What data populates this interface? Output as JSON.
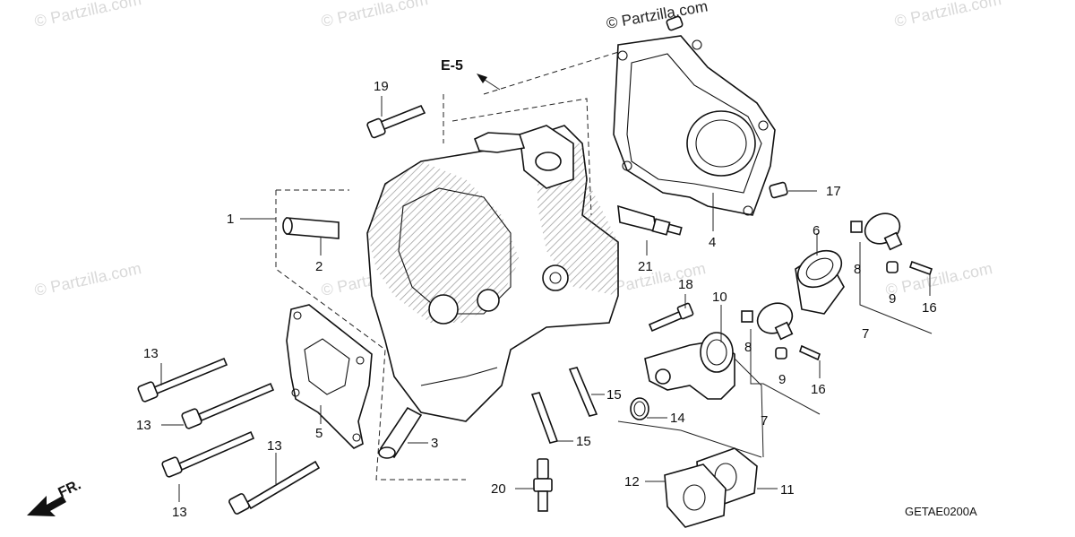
{
  "diagram": {
    "code": "GETAE0200A",
    "reference": "E-5",
    "front_label": "FR.",
    "watermark": "© Partzilla.com",
    "callouts": [
      {
        "id": "c1",
        "text": "1"
      },
      {
        "id": "c2",
        "text": "2"
      },
      {
        "id": "c3",
        "text": "3"
      },
      {
        "id": "c4",
        "text": "4"
      },
      {
        "id": "c5",
        "text": "5"
      },
      {
        "id": "c6",
        "text": "6"
      },
      {
        "id": "c7a",
        "text": "7"
      },
      {
        "id": "c7b",
        "text": "7"
      },
      {
        "id": "c8a",
        "text": "8"
      },
      {
        "id": "c8b",
        "text": "8"
      },
      {
        "id": "c9a",
        "text": "9"
      },
      {
        "id": "c9b",
        "text": "9"
      },
      {
        "id": "c10",
        "text": "10"
      },
      {
        "id": "c11",
        "text": "11"
      },
      {
        "id": "c12",
        "text": "12"
      },
      {
        "id": "c13a",
        "text": "13"
      },
      {
        "id": "c13b",
        "text": "13"
      },
      {
        "id": "c13c",
        "text": "13"
      },
      {
        "id": "c13d",
        "text": "13"
      },
      {
        "id": "c14",
        "text": "14"
      },
      {
        "id": "c15a",
        "text": "15"
      },
      {
        "id": "c15b",
        "text": "15"
      },
      {
        "id": "c16a",
        "text": "16"
      },
      {
        "id": "c16b",
        "text": "16"
      },
      {
        "id": "c17",
        "text": "17"
      },
      {
        "id": "c18",
        "text": "18"
      },
      {
        "id": "c19",
        "text": "19"
      },
      {
        "id": "c20",
        "text": "20"
      },
      {
        "id": "c21",
        "text": "21"
      }
    ]
  }
}
